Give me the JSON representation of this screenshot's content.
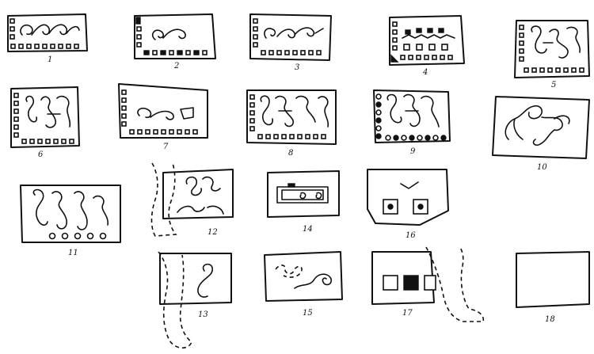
{
  "plate": {
    "figures": [
      {
        "number": "1"
      },
      {
        "number": "2"
      },
      {
        "number": "3"
      },
      {
        "number": "4"
      },
      {
        "number": "5"
      },
      {
        "number": "6"
      },
      {
        "number": "7"
      },
      {
        "number": "8"
      },
      {
        "number": "9"
      },
      {
        "number": "10"
      },
      {
        "number": "11"
      },
      {
        "number": "12"
      },
      {
        "number": "13"
      },
      {
        "number": "14"
      },
      {
        "number": "15"
      },
      {
        "number": "16"
      },
      {
        "number": "17"
      },
      {
        "number": "18"
      }
    ]
  }
}
